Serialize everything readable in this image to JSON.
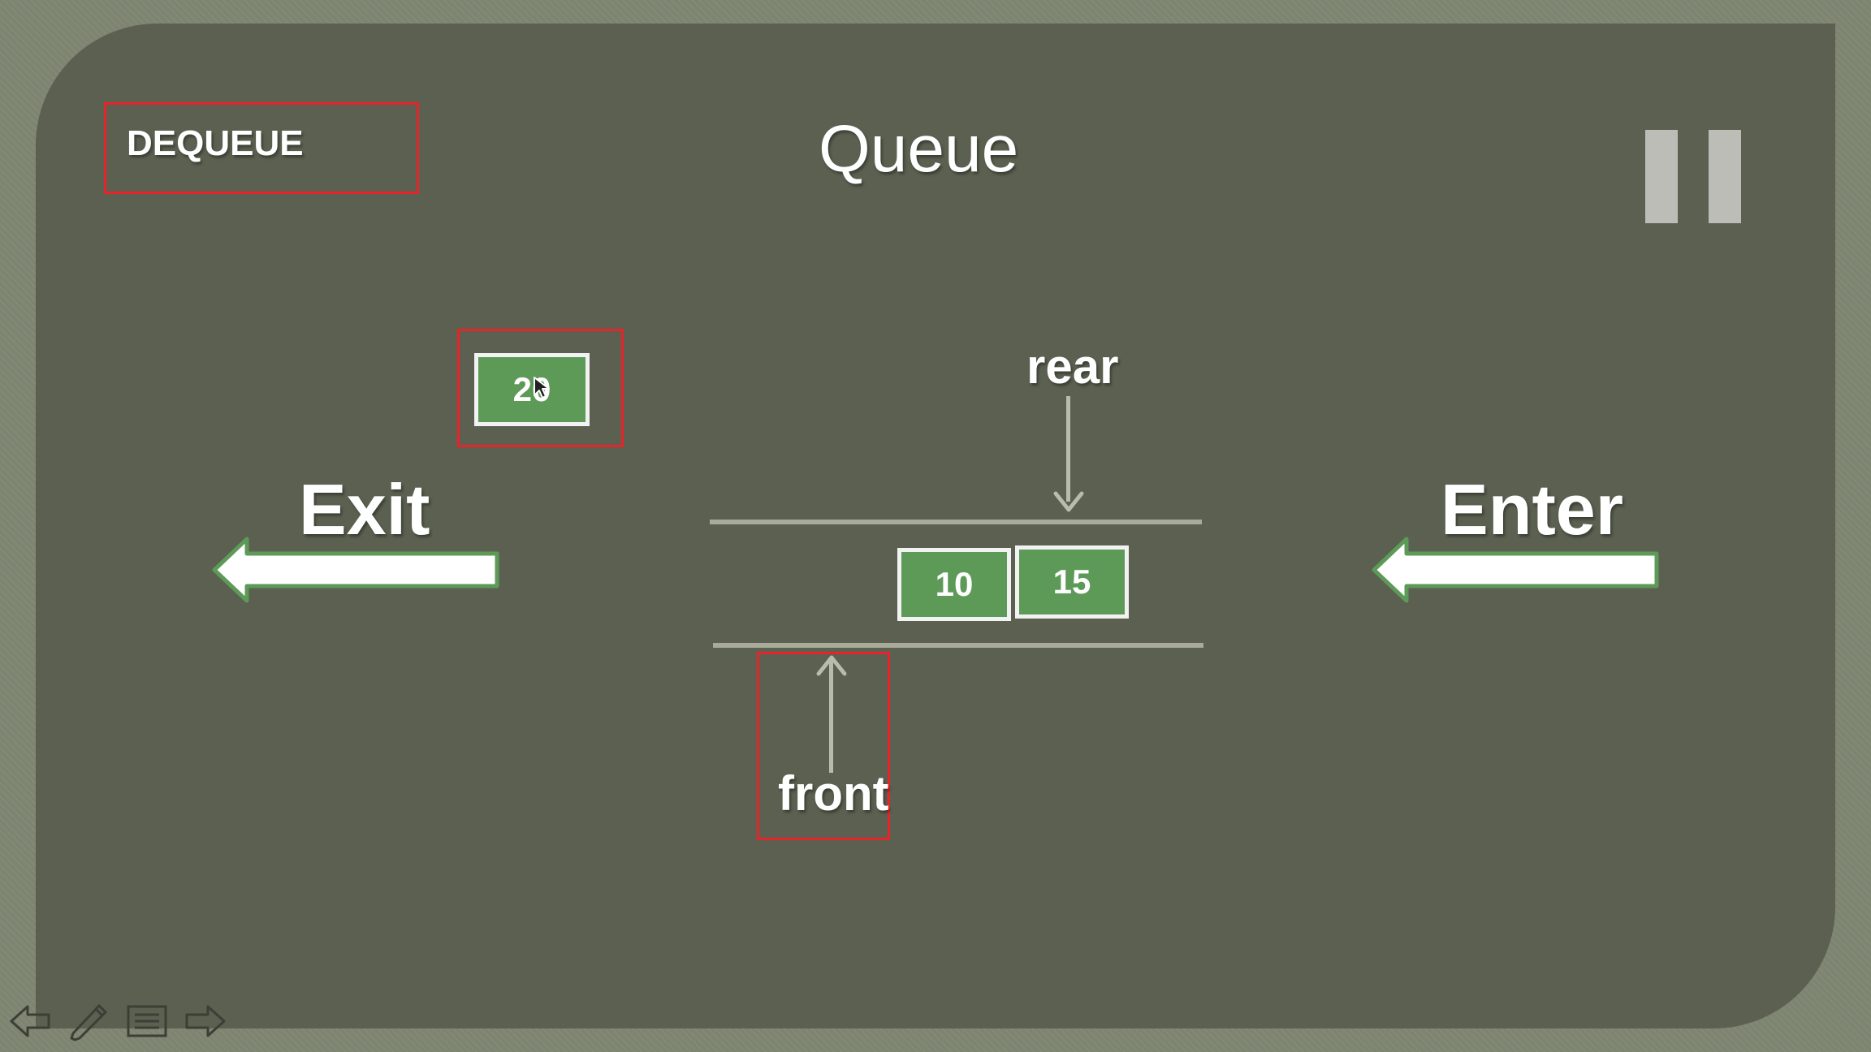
{
  "slide": {
    "operation_label": "DEQUEUE",
    "title": "Queue",
    "exit_label": "Exit",
    "enter_label": "Enter",
    "rear_label": "rear",
    "front_label": "front",
    "dequeued_value": "20",
    "queue_values": [
      "10",
      "15"
    ]
  },
  "colors": {
    "slide_background": "#5b6050",
    "frame_background": "#7d8470",
    "cell_fill": "#5d9a58",
    "highlight_border": "#e8232b",
    "arrow_fill": "#ffffff",
    "arrow_outline": "#5d9a58"
  },
  "icons": {
    "pause": "pause-icon",
    "mouse_cursor": "cursor-icon",
    "toolbar": [
      "previous-arrow-icon",
      "pen-icon",
      "menu-icon",
      "next-arrow-icon"
    ]
  }
}
